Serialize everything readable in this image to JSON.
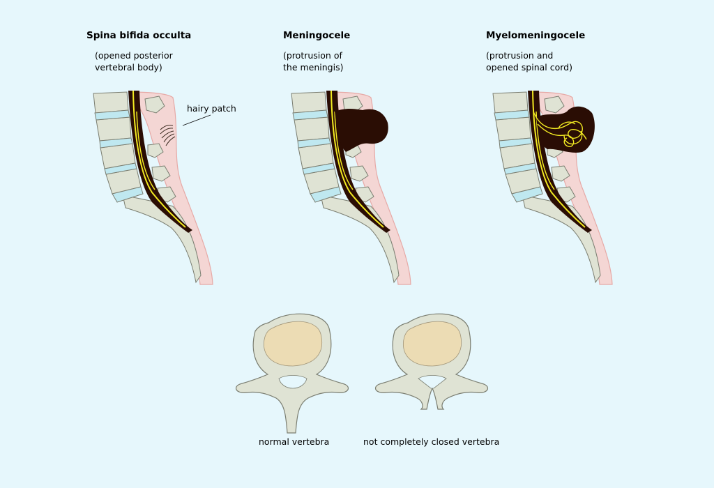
{
  "diagram": {
    "panels": [
      {
        "id": "occulta",
        "title": "Spina bifida occulta",
        "subtitle_line1": "(opened posterior",
        "subtitle_line2": "vertebral body)",
        "annotation": "hairy patch"
      },
      {
        "id": "meningocele",
        "title": "Meningocele",
        "subtitle_line1": "(protrusion of",
        "subtitle_line2": "the meningis)"
      },
      {
        "id": "myelomeningocele",
        "title": "Myelomeningocele",
        "subtitle_line1": "(protrusion and",
        "subtitle_line2": "opened spinal cord)"
      }
    ],
    "vertebrae": [
      {
        "id": "normal",
        "caption": "normal vertebra"
      },
      {
        "id": "open",
        "caption": "not completely closed vertebra"
      }
    ],
    "colors": {
      "background": "#e6f7fc",
      "bone": "#dfe3d4",
      "bone_outline": "#7a7d70",
      "disc": "#bfe8f0",
      "skin": "#f4d6d4",
      "skin_outline": "#e6a9a6",
      "cord_canal": "#2a0d04",
      "nerve": "#f2ea22",
      "vertebral_body": "#ecdcb4"
    }
  }
}
